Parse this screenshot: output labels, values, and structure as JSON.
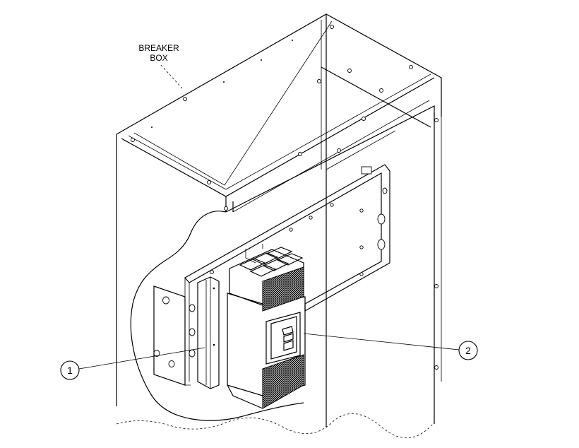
{
  "labels": {
    "breaker_box_line1": "BREAKER",
    "breaker_box_line2": "BOX"
  },
  "callouts": [
    {
      "number": "1"
    },
    {
      "number": "2"
    }
  ]
}
